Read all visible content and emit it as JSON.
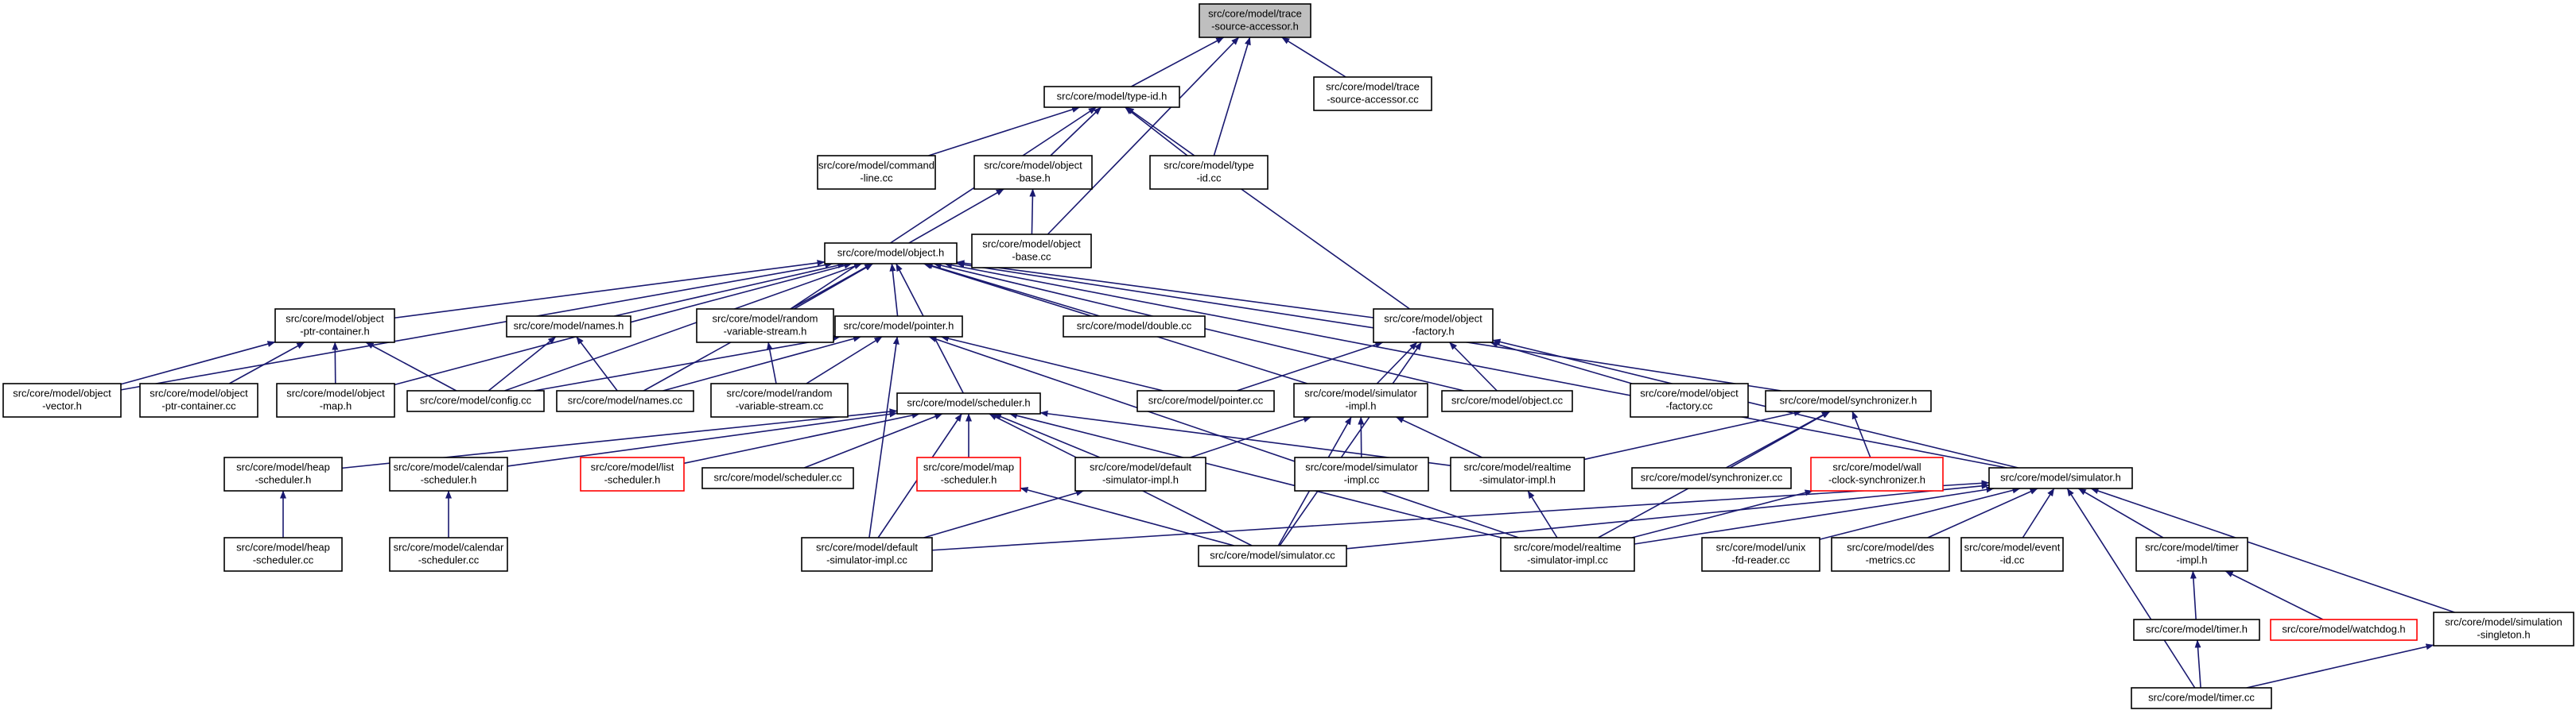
{
  "graph": {
    "nodes": [
      {
        "id": "n_tsa_h",
        "lines": [
          "src/core/model/trace",
          "-source-accessor.h"
        ],
        "style": "current"
      },
      {
        "id": "n_typeid_h",
        "lines": [
          "src/core/model/type-id.h"
        ],
        "style": "normal"
      },
      {
        "id": "n_tsa_cc",
        "lines": [
          "src/core/model/trace",
          "-source-accessor.cc"
        ],
        "style": "normal"
      },
      {
        "id": "n_cmdline_cc",
        "lines": [
          "src/core/model/command",
          "-line.cc"
        ],
        "style": "normal"
      },
      {
        "id": "n_objbase_h",
        "lines": [
          "src/core/model/object",
          "-base.h"
        ],
        "style": "normal"
      },
      {
        "id": "n_typeid_cc",
        "lines": [
          "src/core/model/type",
          "-id.cc"
        ],
        "style": "normal"
      },
      {
        "id": "n_objbase_cc",
        "lines": [
          "src/core/model/object",
          "-base.cc"
        ],
        "style": "normal"
      },
      {
        "id": "n_object_h",
        "lines": [
          "src/core/model/object.h"
        ],
        "style": "normal"
      },
      {
        "id": "n_optr_h",
        "lines": [
          "src/core/model/object",
          "-ptr-container.h"
        ],
        "style": "normal"
      },
      {
        "id": "n_names_h",
        "lines": [
          "src/core/model/names.h"
        ],
        "style": "normal"
      },
      {
        "id": "n_rvs_h",
        "lines": [
          "src/core/model/random",
          "-variable-stream.h"
        ],
        "style": "normal"
      },
      {
        "id": "n_pointer_h",
        "lines": [
          "src/core/model/pointer.h"
        ],
        "style": "normal"
      },
      {
        "id": "n_double_cc",
        "lines": [
          "src/core/model/double.cc"
        ],
        "style": "normal"
      },
      {
        "id": "n_ofact_h",
        "lines": [
          "src/core/model/object",
          "-factory.h"
        ],
        "style": "normal"
      },
      {
        "id": "n_ovec_h",
        "lines": [
          "src/core/model/object",
          "-vector.h"
        ],
        "style": "normal"
      },
      {
        "id": "n_optr_cc",
        "lines": [
          "src/core/model/object",
          "-ptr-container.cc"
        ],
        "style": "normal"
      },
      {
        "id": "n_omap_h",
        "lines": [
          "src/core/model/object",
          "-map.h"
        ],
        "style": "normal"
      },
      {
        "id": "n_config_cc",
        "lines": [
          "src/core/model/config.cc"
        ],
        "style": "normal"
      },
      {
        "id": "n_names_cc",
        "lines": [
          "src/core/model/names.cc"
        ],
        "style": "normal"
      },
      {
        "id": "n_rvs_cc",
        "lines": [
          "src/core/model/random",
          "-variable-stream.cc"
        ],
        "style": "normal"
      },
      {
        "id": "n_pointer_cc",
        "lines": [
          "src/core/model/pointer.cc"
        ],
        "style": "normal"
      },
      {
        "id": "n_simimpl_h",
        "lines": [
          "src/core/model/simulator",
          "-impl.h"
        ],
        "style": "normal"
      },
      {
        "id": "n_object_cc",
        "lines": [
          "src/core/model/object.cc"
        ],
        "style": "normal"
      },
      {
        "id": "n_ofact_cc",
        "lines": [
          "src/core/model/object",
          "-factory.cc"
        ],
        "style": "normal"
      },
      {
        "id": "n_sync_h",
        "lines": [
          "src/core/model/synchronizer.h"
        ],
        "style": "normal"
      },
      {
        "id": "n_sched_h",
        "lines": [
          "src/core/model/scheduler.h"
        ],
        "style": "normal"
      },
      {
        "id": "n_heap_h",
        "lines": [
          "src/core/model/heap",
          "-scheduler.h"
        ],
        "style": "normal"
      },
      {
        "id": "n_cal_h",
        "lines": [
          "src/core/model/calendar",
          "-scheduler.h"
        ],
        "style": "normal"
      },
      {
        "id": "n_list_h",
        "lines": [
          "src/core/model/list",
          "-scheduler.h"
        ],
        "style": "missing"
      },
      {
        "id": "n_sched_cc",
        "lines": [
          "src/core/model/scheduler.cc"
        ],
        "style": "normal"
      },
      {
        "id": "n_map_h",
        "lines": [
          "src/core/model/map",
          "-scheduler.h"
        ],
        "style": "missing"
      },
      {
        "id": "n_dsimimpl_h",
        "lines": [
          "src/core/model/default",
          "-simulator-impl.h"
        ],
        "style": "normal"
      },
      {
        "id": "n_simimpl_cc",
        "lines": [
          "src/core/model/simulator",
          "-impl.cc"
        ],
        "style": "normal"
      },
      {
        "id": "n_rtsimimpl_h",
        "lines": [
          "src/core/model/realtime",
          "-simulator-impl.h"
        ],
        "style": "normal"
      },
      {
        "id": "n_sync_cc",
        "lines": [
          "src/core/model/synchronizer.cc"
        ],
        "style": "normal"
      },
      {
        "id": "n_wallclk_h",
        "lines": [
          "src/core/model/wall",
          "-clock-synchronizer.h"
        ],
        "style": "missing"
      },
      {
        "id": "n_sim_h",
        "lines": [
          "src/core/model/simulator.h"
        ],
        "style": "normal"
      },
      {
        "id": "n_heap_cc",
        "lines": [
          "src/core/model/heap",
          "-scheduler.cc"
        ],
        "style": "normal"
      },
      {
        "id": "n_cal_cc",
        "lines": [
          "src/core/model/calendar",
          "-scheduler.cc"
        ],
        "style": "normal"
      },
      {
        "id": "n_dsimimpl_cc",
        "lines": [
          "src/core/model/default",
          "-simulator-impl.cc"
        ],
        "style": "normal"
      },
      {
        "id": "n_sim_cc",
        "lines": [
          "src/core/model/simulator.cc"
        ],
        "style": "normal"
      },
      {
        "id": "n_rtsimimpl_cc",
        "lines": [
          "src/core/model/realtime",
          "-simulator-impl.cc"
        ],
        "style": "normal"
      },
      {
        "id": "n_unixfd_cc",
        "lines": [
          "src/core/model/unix",
          "-fd-reader.cc"
        ],
        "style": "normal"
      },
      {
        "id": "n_des_cc",
        "lines": [
          "src/core/model/des",
          "-metrics.cc"
        ],
        "style": "normal"
      },
      {
        "id": "n_eventid_cc",
        "lines": [
          "src/core/model/event",
          "-id.cc"
        ],
        "style": "normal"
      },
      {
        "id": "n_timerimpl_h",
        "lines": [
          "src/core/model/timer",
          "-impl.h"
        ],
        "style": "normal"
      },
      {
        "id": "n_timer_h",
        "lines": [
          "src/core/model/timer.h"
        ],
        "style": "normal"
      },
      {
        "id": "n_watchdog_h",
        "lines": [
          "src/core/model/watchdog.h"
        ],
        "style": "missing"
      },
      {
        "id": "n_simsingle_h",
        "lines": [
          "src/core/model/simulation",
          "-singleton.h"
        ],
        "style": "normal"
      },
      {
        "id": "n_timer_cc",
        "lines": [
          "src/core/model/timer.cc"
        ],
        "style": "normal"
      }
    ],
    "edges": [
      [
        "n_typeid_h",
        "n_tsa_h"
      ],
      [
        "n_tsa_cc",
        "n_tsa_h"
      ],
      [
        "n_typeid_cc",
        "n_tsa_h"
      ],
      [
        "n_objbase_cc",
        "n_tsa_h"
      ],
      [
        "n_cmdline_cc",
        "n_typeid_h"
      ],
      [
        "n_objbase_h",
        "n_typeid_h"
      ],
      [
        "n_typeid_cc",
        "n_typeid_h"
      ],
      [
        "n_rvs_h",
        "n_typeid_h"
      ],
      [
        "n_ofact_h",
        "n_typeid_h"
      ],
      [
        "n_objbase_cc",
        "n_objbase_h"
      ],
      [
        "n_object_h",
        "n_objbase_h"
      ],
      [
        "n_optr_h",
        "n_object_h"
      ],
      [
        "n_names_h",
        "n_object_h"
      ],
      [
        "n_rvs_h",
        "n_object_h"
      ],
      [
        "n_pointer_h",
        "n_object_h"
      ],
      [
        "n_double_cc",
        "n_object_h"
      ],
      [
        "n_ofact_h",
        "n_object_h"
      ],
      [
        "n_ovec_h",
        "n_object_h"
      ],
      [
        "n_omap_h",
        "n_object_h"
      ],
      [
        "n_config_cc",
        "n_object_h"
      ],
      [
        "n_names_cc",
        "n_object_h"
      ],
      [
        "n_sched_h",
        "n_object_h"
      ],
      [
        "n_simimpl_h",
        "n_object_h"
      ],
      [
        "n_object_cc",
        "n_object_h"
      ],
      [
        "n_sync_h",
        "n_object_h"
      ],
      [
        "n_sim_h",
        "n_object_h"
      ],
      [
        "n_ovec_h",
        "n_optr_h"
      ],
      [
        "n_optr_cc",
        "n_optr_h"
      ],
      [
        "n_omap_h",
        "n_optr_h"
      ],
      [
        "n_config_cc",
        "n_optr_h"
      ],
      [
        "n_config_cc",
        "n_names_h"
      ],
      [
        "n_names_cc",
        "n_names_h"
      ],
      [
        "n_rvs_cc",
        "n_rvs_h"
      ],
      [
        "n_config_cc",
        "n_pointer_h"
      ],
      [
        "n_names_cc",
        "n_pointer_h"
      ],
      [
        "n_rvs_cc",
        "n_pointer_h"
      ],
      [
        "n_pointer_cc",
        "n_pointer_h"
      ],
      [
        "n_dsimimpl_cc",
        "n_pointer_h"
      ],
      [
        "n_rtsimimpl_cc",
        "n_pointer_h"
      ],
      [
        "n_pointer_cc",
        "n_ofact_h"
      ],
      [
        "n_simimpl_h",
        "n_ofact_h"
      ],
      [
        "n_object_cc",
        "n_ofact_h"
      ],
      [
        "n_ofact_cc",
        "n_ofact_h"
      ],
      [
        "n_sim_cc",
        "n_ofact_h"
      ],
      [
        "n_sim_h",
        "n_ofact_h"
      ],
      [
        "n_dsimimpl_h",
        "n_simimpl_h"
      ],
      [
        "n_simimpl_cc",
        "n_simimpl_h"
      ],
      [
        "n_rtsimimpl_h",
        "n_simimpl_h"
      ],
      [
        "n_sim_cc",
        "n_simimpl_h"
      ],
      [
        "n_sync_cc",
        "n_sync_h"
      ],
      [
        "n_wallclk_h",
        "n_sync_h"
      ],
      [
        "n_rtsimimpl_h",
        "n_sync_h"
      ],
      [
        "n_rtsimimpl_cc",
        "n_sync_h"
      ],
      [
        "n_heap_h",
        "n_sched_h"
      ],
      [
        "n_cal_h",
        "n_sched_h"
      ],
      [
        "n_list_h",
        "n_sched_h"
      ],
      [
        "n_sched_cc",
        "n_sched_h"
      ],
      [
        "n_map_h",
        "n_sched_h"
      ],
      [
        "n_dsimimpl_h",
        "n_sched_h"
      ],
      [
        "n_rtsimimpl_h",
        "n_sched_h"
      ],
      [
        "n_dsimimpl_cc",
        "n_sched_h"
      ],
      [
        "n_sim_cc",
        "n_sched_h"
      ],
      [
        "n_rtsimimpl_cc",
        "n_sched_h"
      ],
      [
        "n_heap_cc",
        "n_heap_h"
      ],
      [
        "n_cal_cc",
        "n_cal_h"
      ],
      [
        "n_dsimimpl_cc",
        "n_dsimimpl_h"
      ],
      [
        "n_sim_cc",
        "n_map_h"
      ],
      [
        "n_rtsimimpl_cc",
        "n_rtsimimpl_h"
      ],
      [
        "n_rtsimimpl_cc",
        "n_wallclk_h"
      ],
      [
        "n_dsimimpl_cc",
        "n_sim_h"
      ],
      [
        "n_sim_cc",
        "n_sim_h"
      ],
      [
        "n_rtsimimpl_cc",
        "n_sim_h"
      ],
      [
        "n_unixfd_cc",
        "n_sim_h"
      ],
      [
        "n_des_cc",
        "n_sim_h"
      ],
      [
        "n_eventid_cc",
        "n_sim_h"
      ],
      [
        "n_timerimpl_h",
        "n_sim_h"
      ],
      [
        "n_simsingle_h",
        "n_sim_h"
      ],
      [
        "n_timer_cc",
        "n_sim_h"
      ],
      [
        "n_timer_h",
        "n_timerimpl_h"
      ],
      [
        "n_watchdog_h",
        "n_timerimpl_h"
      ],
      [
        "n_timer_cc",
        "n_timer_h"
      ],
      [
        "n_timer_cc",
        "n_simsingle_h"
      ]
    ]
  }
}
